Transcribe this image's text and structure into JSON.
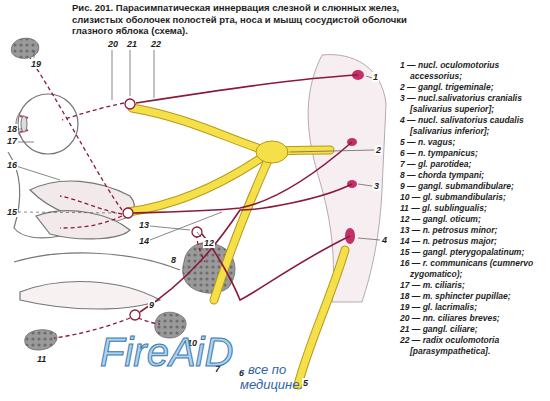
{
  "diagram": {
    "title": "Рис. 201. Парасимпатическая иннервация слезной и слюнных желез, слизистых оболочек полостей рта, носа и мышц сосудистой оболочки глазного яблока (схема).",
    "labels": [
      "19",
      "20",
      "21",
      "22",
      "1",
      "2",
      "3",
      "4",
      "5",
      "6",
      "7",
      "8",
      "9",
      "10",
      "11",
      "12",
      "13",
      "14",
      "15",
      "16",
      "17",
      "18",
      "1 — nucl. oculomotorius accessorius;",
      "2 — gangl. trigeminale;",
      "3 — nucl.salivatorius cranialis [salivarius superior];",
      "4 — nucl. salivatorius caudalis [salivarius inferior];",
      "5 — n. vagus;",
      "6 — n. tympanicus;",
      "7 — gl. parotidea;",
      "8 — chorda tympani;",
      "9 — gangl. submandibulare;",
      "10 — gl. submandibularis;",
      "11 — gl. sublingualis;",
      "12 — gangl. oticum;",
      "13 — n. petrosus minor;",
      "14 — n. petrosus major;",
      "15 — gangl. pterygopalatinum;",
      "16 — r. communicans (cumnervo zygomatico);",
      "17 — m. ciliaris;",
      "18 — m. sphincter pupillae;",
      "19 — gl. lacrimalis;",
      "20 — nn. ciliares breves;",
      "21 — gangl. ciliare;",
      "22 — radix oculomotoria [parasympathetica].",
      "FireAiD",
      "- все по медицине."
    ]
  }
}
